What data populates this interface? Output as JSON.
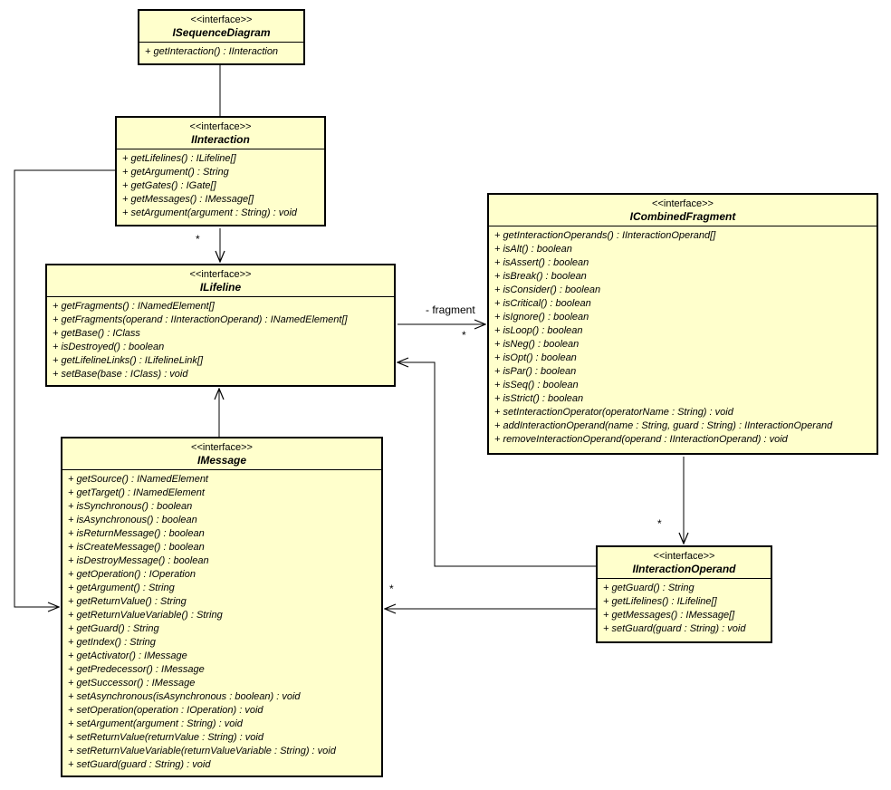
{
  "colors": {
    "box_fill": "#FFFFCC",
    "box_border": "#000000",
    "edge_color": "#000000",
    "background": "#FFFFFF"
  },
  "interfaces": [
    {
      "stereotype": "<<interface>>",
      "name": "ISequenceDiagram",
      "methods": [
        "+ getInteraction() : IInteraction"
      ]
    },
    {
      "stereotype": "<<interface>>",
      "name": "IInteraction",
      "methods": [
        "+ getLifelines() : ILifeline[]",
        "+ getArgument() : String",
        "+ getGates() : IGate[]",
        "+ getMessages() : IMessage[]",
        "+ setArgument(argument : String) : void"
      ]
    },
    {
      "stereotype": "<<interface>>",
      "name": "ILifeline",
      "methods": [
        "+ getFragments() : INamedElement[]",
        "+ getFragments(operand : IInteractionOperand) : INamedElement[]",
        "+ getBase() : IClass",
        "+ isDestroyed() : boolean",
        "+ getLifelineLinks() : ILifelineLink[]",
        "+ setBase(base : IClass) : void"
      ]
    },
    {
      "stereotype": "<<interface>>",
      "name": "IMessage",
      "methods": [
        "+ getSource() : INamedElement",
        "+ getTarget() : INamedElement",
        "+ isSynchronous() : boolean",
        "+ isAsynchronous() : boolean",
        "+ isReturnMessage() : boolean",
        "+ isCreateMessage() : boolean",
        "+ isDestroyMessage() : boolean",
        "+ getOperation() : IOperation",
        "+ getArgument() : String",
        "+ getReturnValue() : String",
        "+ getReturnValueVariable() : String",
        "+ getGuard() : String",
        "+ getIndex() : String",
        "+ getActivator() : IMessage",
        "+ getPredecessor() : IMessage",
        "+ getSuccessor() : IMessage",
        "+ setAsynchronous(isAsynchronous : boolean) : void",
        "+ setOperation(operation : IOperation) : void",
        "+ setArgument(argument : String) : void",
        "+ setReturnValue(returnValue : String) : void",
        "+ setReturnValueVariable(returnValueVariable : String) : void",
        "+ setGuard(guard : String) : void"
      ]
    },
    {
      "stereotype": "<<interface>>",
      "name": "ICombinedFragment",
      "methods": [
        "+ getInteractionOperands() : IInteractionOperand[]",
        "+ isAlt() : boolean",
        "+ isAssert() : boolean",
        "+ isBreak() : boolean",
        "+ isConsider() : boolean",
        "+ isCritical() : boolean",
        "+ isIgnore() : boolean",
        "+ isLoop() : boolean",
        "+ isNeg() : boolean",
        "+ isOpt() : boolean",
        "+ isPar() : boolean",
        "+ isSeq() : boolean",
        "+ isStrict() : boolean",
        "+ setInteractionOperator(operatorName : String) : void",
        "+ addInteractionOperand(name : String, guard : String) : IInteractionOperand",
        "+ removeInteractionOperand(operand : IInteractionOperand) : void"
      ]
    },
    {
      "stereotype": "<<interface>>",
      "name": "IInteractionOperand",
      "methods": [
        "+ getGuard() : String",
        "+ getLifelines() : ILifeline[]",
        "+ getMessages() : IMessage[]",
        "+ setGuard(guard : String) : void"
      ]
    }
  ],
  "edge_labels": {
    "interaction_lifeline_multiplicity": "*",
    "lifeline_fragment_role": "- fragment",
    "lifeline_fragment_multiplicity": "*",
    "combinedfragment_operand_multiplicity": "*",
    "operand_message_multiplicity": "*"
  }
}
